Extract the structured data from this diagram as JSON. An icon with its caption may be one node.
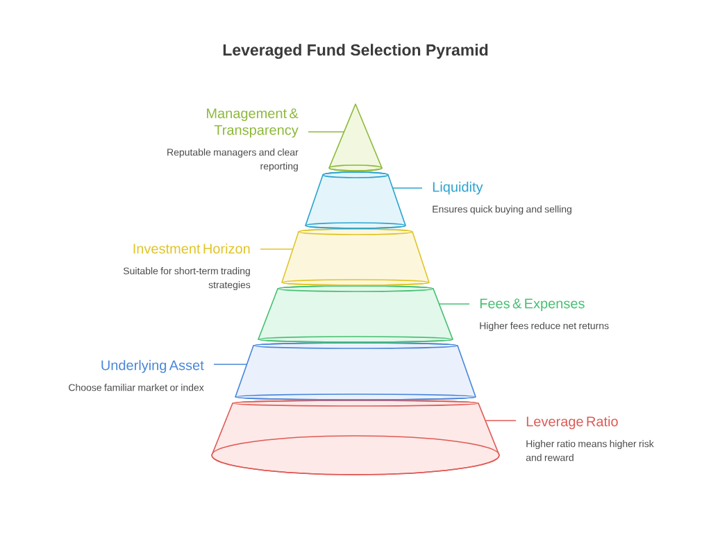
{
  "diagram": {
    "title": "Leveraged Fund Selection Pyramid",
    "nodes": [
      {
        "text": [
          "Management & Transparency",
          "Reputable managers and clear reporting"
        ]
      },
      {
        "text": [
          "Liquidity",
          "Ensures quick buying and selling"
        ]
      },
      {
        "text": [
          "Investment Horizon",
          "Suitable for short-term trading strategies"
        ]
      },
      {
        "text": [
          "Fees & Expenses",
          "Higher fees reduce net returns"
        ]
      },
      {
        "text": [
          "Underlying Asset",
          "Choose familiar market or index"
        ]
      },
      {
        "text": [
          "Leverage Ratio",
          "Higher ratio means higher risk and reward"
        ]
      },
      {
        "text": [],
        "shape": "cone"
      },
      {
        "text": [],
        "shape": "frustum"
      },
      {
        "text": [],
        "shape": "frustum"
      },
      {
        "text": [],
        "shape": "frustum"
      },
      {
        "text": [],
        "shape": "frustum"
      },
      {
        "text": [],
        "shape": "frustum"
      }
    ],
    "edges": [
      {
        "from": 0,
        "to": 6,
        "arrow": "none",
        "color": "#8db83a"
      },
      {
        "from": 1,
        "to": 7,
        "arrow": "none",
        "color": "#2ba3cf"
      },
      {
        "from": 2,
        "to": 8,
        "arrow": "none",
        "color": "#e0c428"
      },
      {
        "from": 3,
        "to": 9,
        "arrow": "none",
        "color": "#46bf72"
      },
      {
        "from": 4,
        "to": 10,
        "arrow": "none",
        "color": "#4a86d8"
      },
      {
        "from": 5,
        "to": 11,
        "arrow": "none",
        "color": "#df5a55"
      }
    ]
  }
}
